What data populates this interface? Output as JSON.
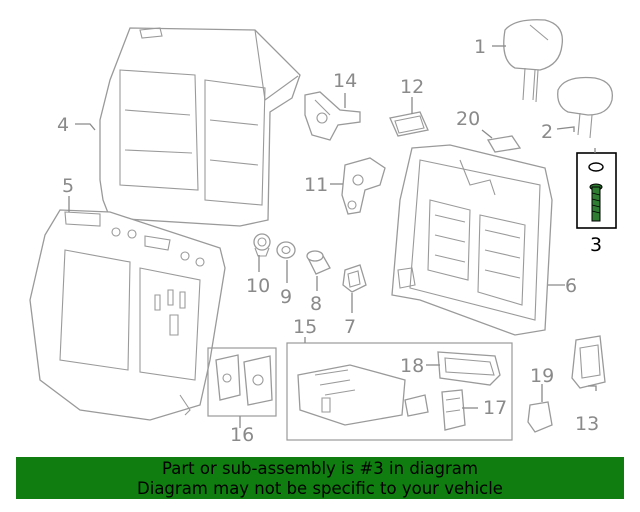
{
  "parts": [
    {
      "id": "1",
      "label": "1"
    },
    {
      "id": "2",
      "label": "2"
    },
    {
      "id": "3",
      "label": "3",
      "highlighted": true
    },
    {
      "id": "4",
      "label": "4"
    },
    {
      "id": "5",
      "label": "5"
    },
    {
      "id": "6",
      "label": "6"
    },
    {
      "id": "7",
      "label": "7"
    },
    {
      "id": "8",
      "label": "8"
    },
    {
      "id": "9",
      "label": "9"
    },
    {
      "id": "10",
      "label": "10"
    },
    {
      "id": "11",
      "label": "11"
    },
    {
      "id": "12",
      "label": "12"
    },
    {
      "id": "13",
      "label": "13"
    },
    {
      "id": "14",
      "label": "14"
    },
    {
      "id": "15",
      "label": "15"
    },
    {
      "id": "16",
      "label": "16"
    },
    {
      "id": "17",
      "label": "17"
    },
    {
      "id": "18",
      "label": "18"
    },
    {
      "id": "19",
      "label": "19"
    },
    {
      "id": "20",
      "label": "20"
    }
  ],
  "banner": {
    "line1": "Part or sub-assembly is #3 in diagram",
    "line2": "Diagram may not be specific to your vehicle"
  },
  "colors": {
    "banner_bg": "#0f7d0f",
    "highlight_part": "#2e7d32",
    "line_art": "#9a9a9a"
  }
}
